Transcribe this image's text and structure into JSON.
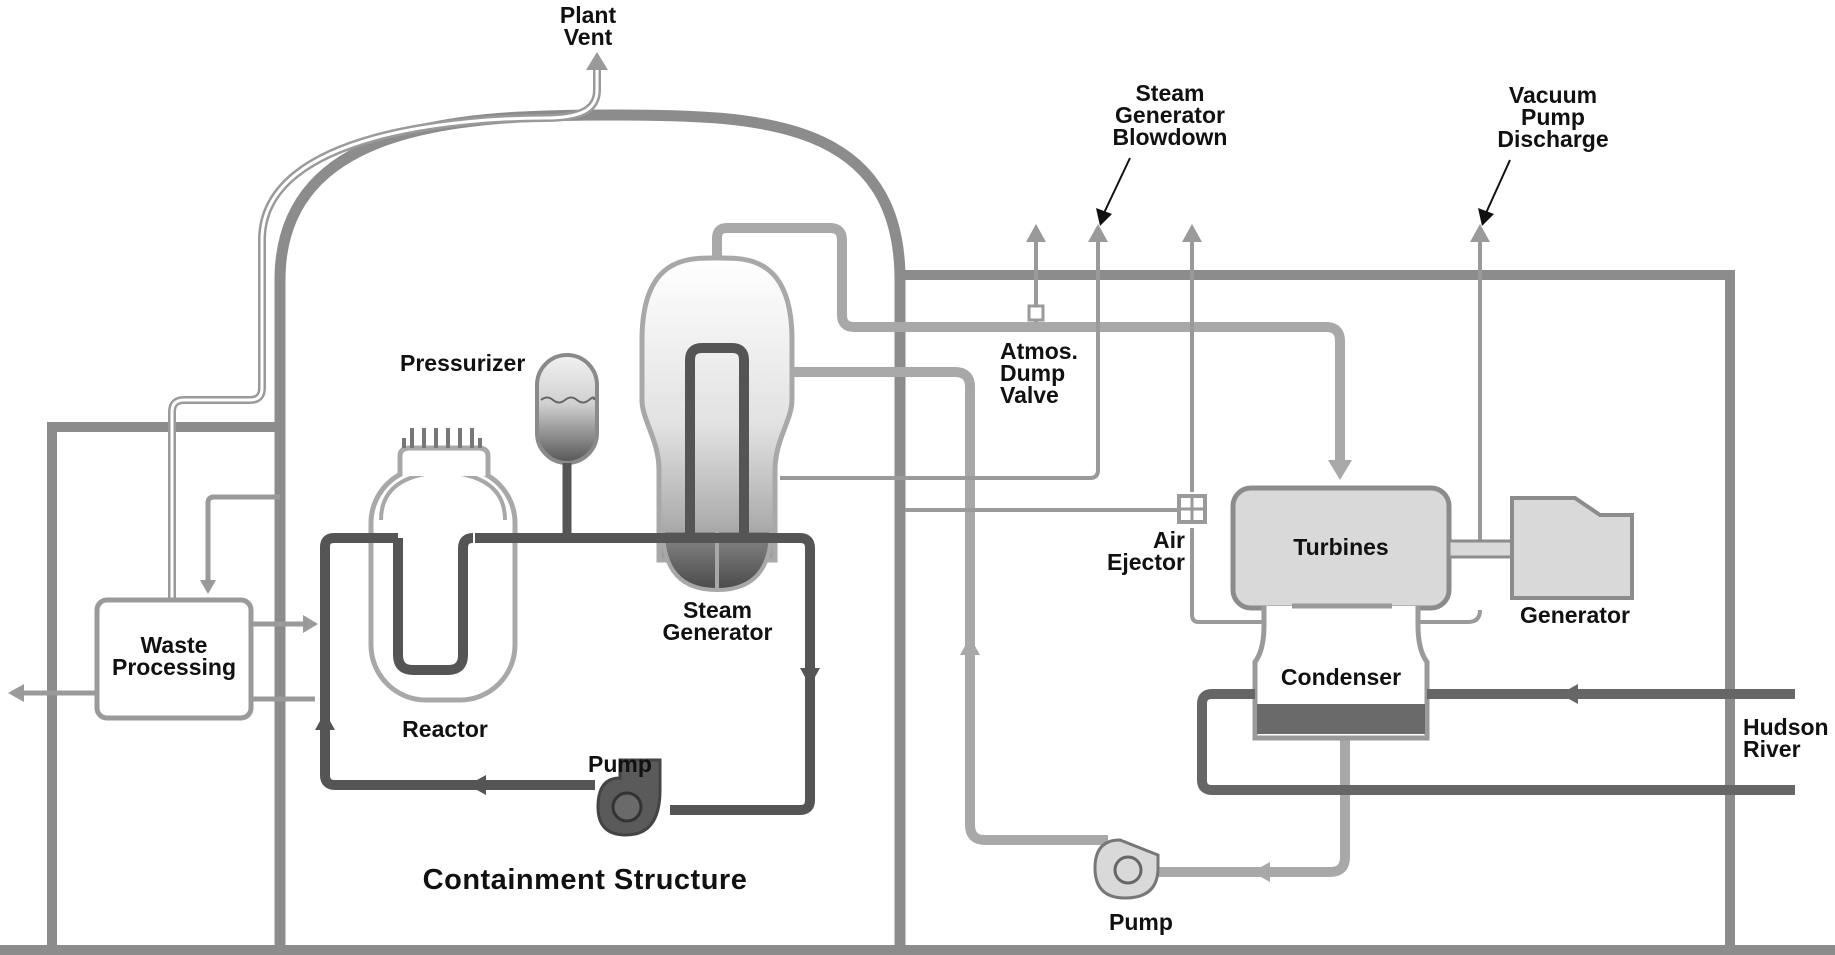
{
  "labels": {
    "plant_vent": "Plant\nVent",
    "sg_blowdown": "Steam\nGenerator\nBlowdown",
    "vacuum_pump_discharge": "Vacuum\nPump\nDischarge",
    "atmos_dump_valve": "Atmos.\nDump\nValve",
    "pressurizer": "Pressurizer",
    "air_ejector": "Air\nEjector",
    "turbines": "Turbines",
    "generator": "Generator",
    "steam_generator": "Steam\nGenerator",
    "waste_processing": "Waste\nProcessing",
    "condenser": "Condenser",
    "reactor": "Reactor",
    "hudson_river": "Hudson\nRiver",
    "pump_primary": "Pump",
    "pump_secondary": "Pump",
    "containment_structure": "Containment Structure"
  },
  "colors": {
    "structure": "#8c8c8c",
    "primary_loop": "#555555",
    "secondary_loop": "#a8a8a8",
    "vent_lines": "#9a9a9a",
    "equipment_fill": "#d9d9d9",
    "dark_fill": "#5a5a5a",
    "arrow_dark": "#111111"
  }
}
